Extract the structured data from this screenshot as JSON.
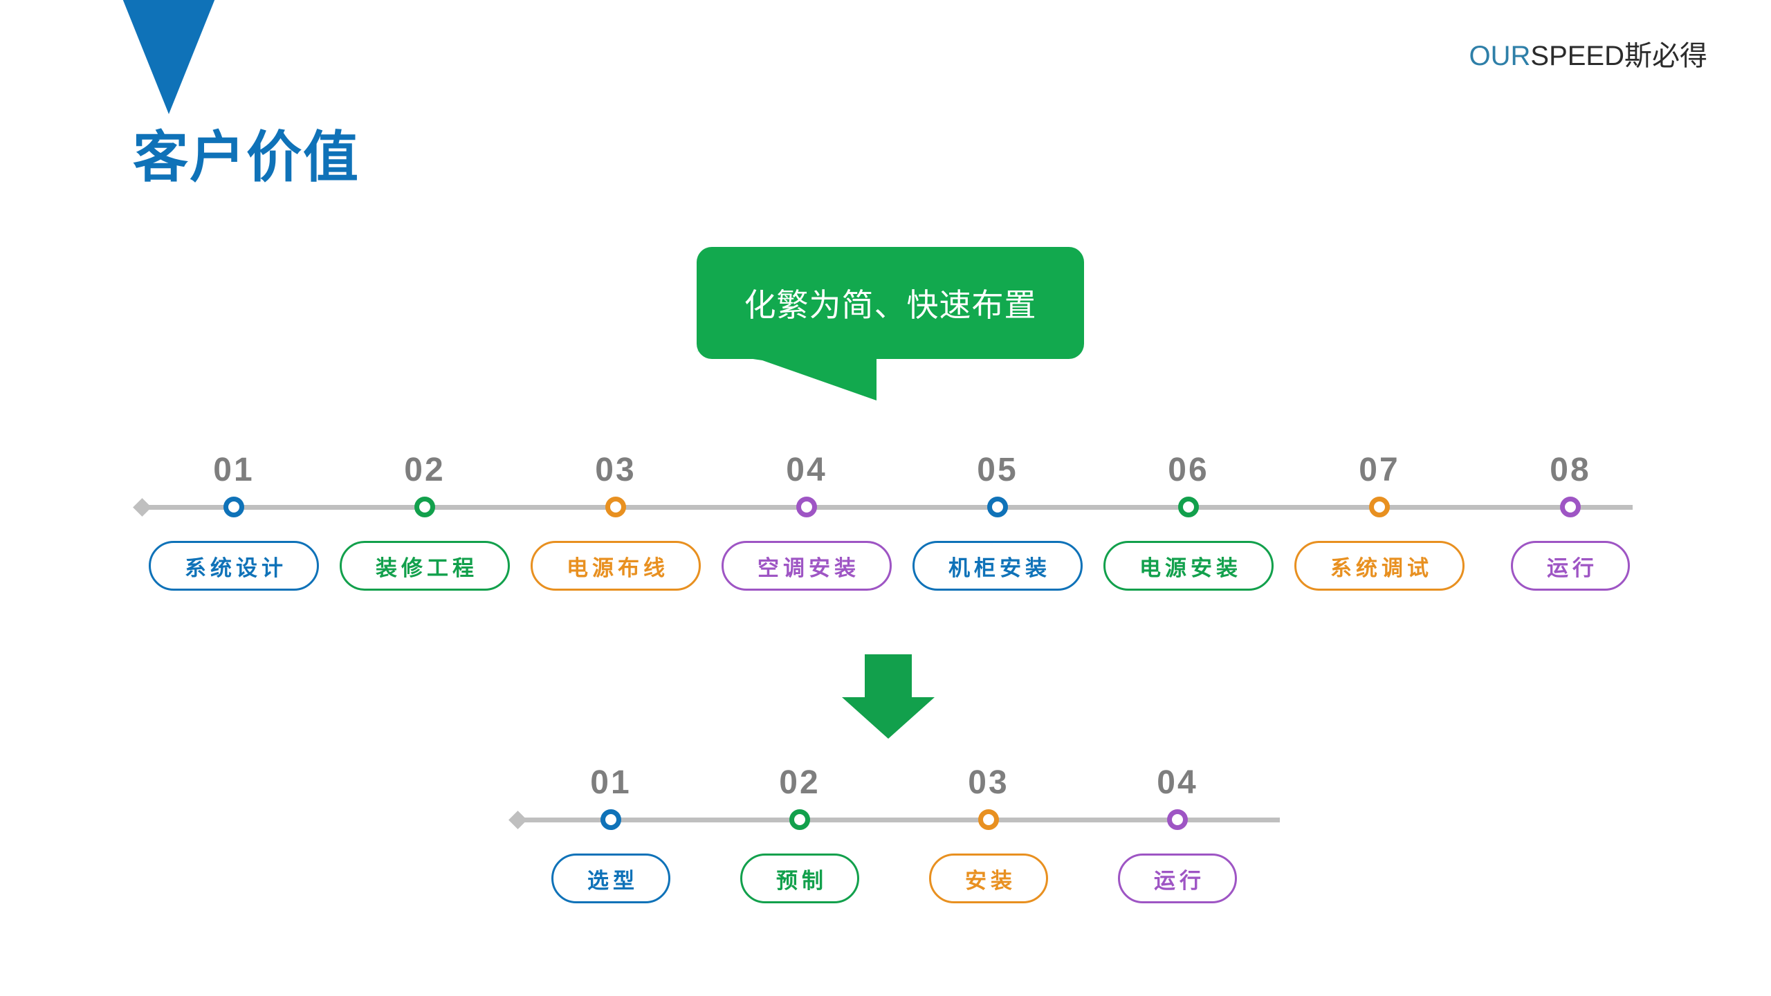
{
  "brand": {
    "logo_prefix": "OUR",
    "logo_suffix": "SPEED斯必得",
    "accent_blue": "#0F72B8",
    "accent_green": "#12A94E",
    "accent_orange": "#E89020",
    "accent_purple": "#9E55C4",
    "axis_gray": "#BFBFBF",
    "number_gray": "#7E7E7E"
  },
  "header": {
    "title": "客户价值",
    "triangle_icon": "triangle-down-marker"
  },
  "callout": {
    "text": "化繁为简、快速布置",
    "background": "#12A94E",
    "text_color": "#FFFFFF"
  },
  "transition": {
    "arrow_icon": "arrow-down",
    "arrow_color": "#12A04C"
  },
  "timeline_before": {
    "steps": [
      {
        "number": "01",
        "label": "系统设计",
        "color": "blue"
      },
      {
        "number": "02",
        "label": "装修工程",
        "color": "green"
      },
      {
        "number": "03",
        "label": "电源布线",
        "color": "orange"
      },
      {
        "number": "04",
        "label": "空调安装",
        "color": "purple"
      },
      {
        "number": "05",
        "label": "机柜安装",
        "color": "blue"
      },
      {
        "number": "06",
        "label": "电源安装",
        "color": "green"
      },
      {
        "number": "07",
        "label": "系统调试",
        "color": "orange"
      },
      {
        "number": "08",
        "label": "运行",
        "color": "purple"
      }
    ]
  },
  "timeline_after": {
    "steps": [
      {
        "number": "01",
        "label": "选型",
        "color": "blue"
      },
      {
        "number": "02",
        "label": "预制",
        "color": "green"
      },
      {
        "number": "03",
        "label": "安装",
        "color": "orange"
      },
      {
        "number": "04",
        "label": "运行",
        "color": "purple"
      }
    ]
  }
}
